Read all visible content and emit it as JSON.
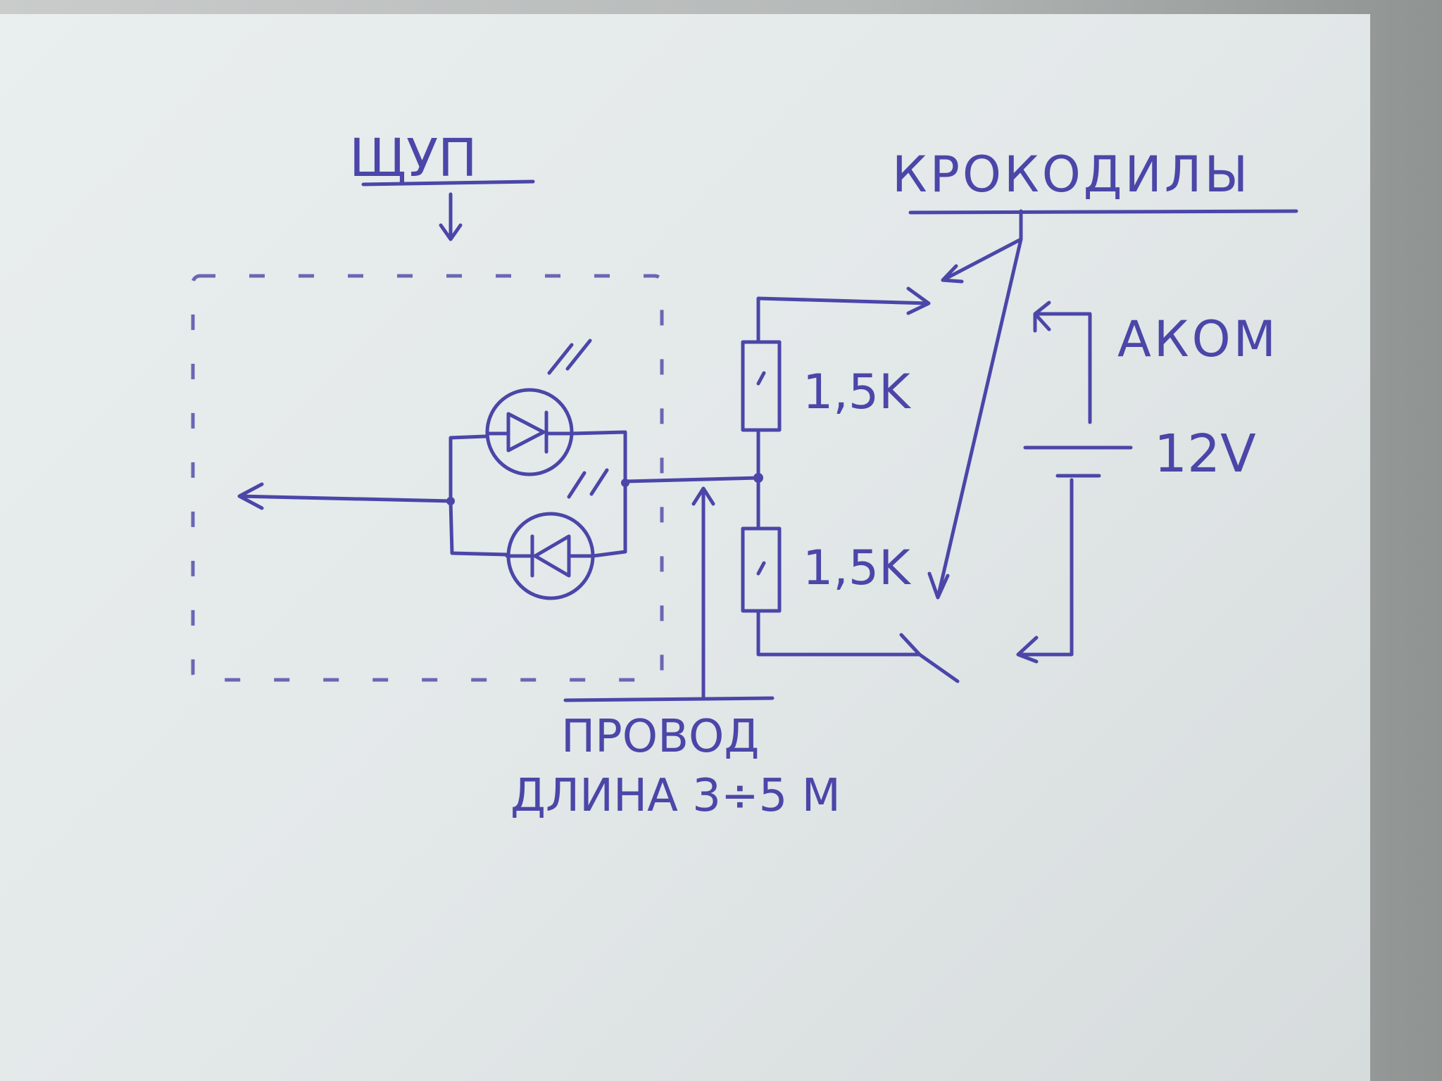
{
  "labels": {
    "probe": "ЩУП",
    "clips": "КРОКОДИЛЫ",
    "battery_name": "АКОМ",
    "battery_voltage": "12V",
    "resistor_top": "1,5K",
    "resistor_bottom": "1,5K",
    "wire": "ПРОВОД",
    "wire_length": "ДЛИНА 3÷5 М"
  },
  "colors": {
    "ink": "#4b46a8",
    "paper": "#e6ebeb"
  }
}
